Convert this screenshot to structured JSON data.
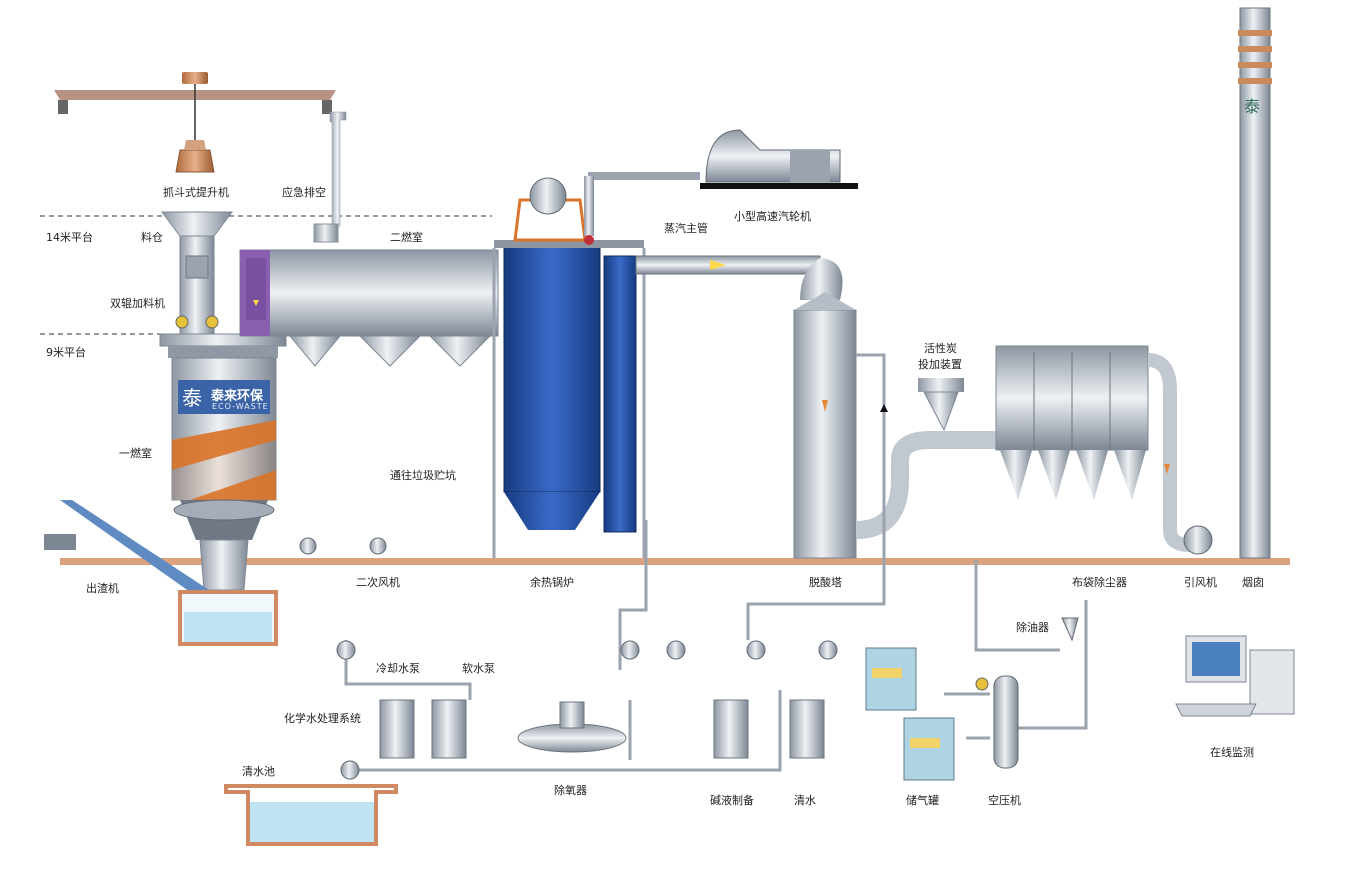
{
  "labels": {
    "grab_crane": "抓斗式提升机",
    "emergency_vent": "应急排空",
    "platform_14m": "14米平台",
    "hopper": "料仓",
    "secondary_chamber": "二燃室",
    "double_roller_feeder": "双辊加料机",
    "platform_9m": "9米平台",
    "primary_chamber": "一燃室",
    "to_waste_pit": "通往垃圾贮坑",
    "slag_remover": "出渣机",
    "secondary_fan": "二次风机",
    "waste_heat_boiler": "余热锅炉",
    "main_steam_pipe": "蒸汽主管",
    "small_turbine": "小型高速汽轮机",
    "deacid_tower": "脱酸塔",
    "activated_carbon_1": "活性炭",
    "activated_carbon_2": "投加装置",
    "bag_filter": "布袋除尘器",
    "induced_fan": "引风机",
    "chimney": "烟囱",
    "cooling_pump": "冷却水泵",
    "soft_water_pump": "软水泵",
    "chem_water": "化学水处理系统",
    "clear_pool": "清水池",
    "deaerator": "除氧器",
    "alkali_prep": "碱液制备",
    "clear_water": "清水",
    "oil_remover": "除油器",
    "gas_tank": "储气罐",
    "air_compressor": "空压机",
    "online_monitor": "在线监测"
  },
  "brand": {
    "name_cn": "泰来环保",
    "name_en": "ECO-WASTE",
    "logo_glyph": "泰"
  },
  "colors": {
    "pipe": "#9aa3ae",
    "steel": "#c2c8d0",
    "boiler_blue": "#1f4fa8",
    "copper": "#c98a5e",
    "water": "#bfe3f2",
    "floor": "#d9a07a",
    "orange": "#d9742a"
  }
}
